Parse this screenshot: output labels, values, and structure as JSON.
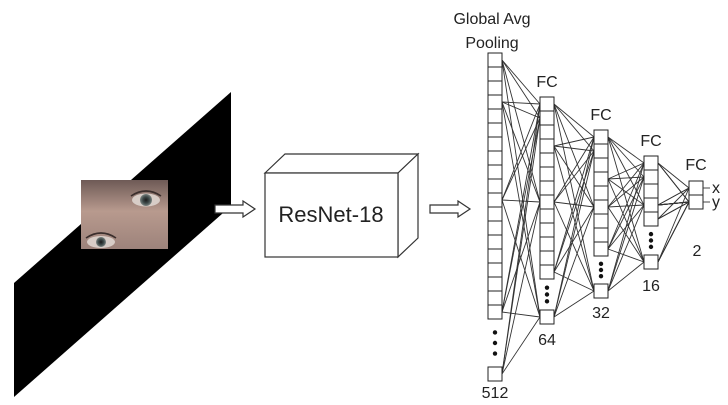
{
  "input": {
    "name": "eye-region-input-image"
  },
  "backbone": {
    "label": "ResNet-18"
  },
  "layers": [
    {
      "title_lines": [
        "Global Avg",
        "Pooling"
      ],
      "size_label": "512"
    },
    {
      "title_lines": [
        "FC"
      ],
      "size_label": "64"
    },
    {
      "title_lines": [
        "FC"
      ],
      "size_label": "32"
    },
    {
      "title_lines": [
        "FC"
      ],
      "size_label": "16"
    },
    {
      "title_lines": [
        "FC"
      ],
      "size_label": "2"
    }
  ],
  "outputs": [
    "x",
    "y"
  ],
  "colors": {
    "line": "#222222",
    "background": "#000000",
    "skin": "#b89a8e"
  },
  "icons": [
    "right-arrow-icon"
  ]
}
